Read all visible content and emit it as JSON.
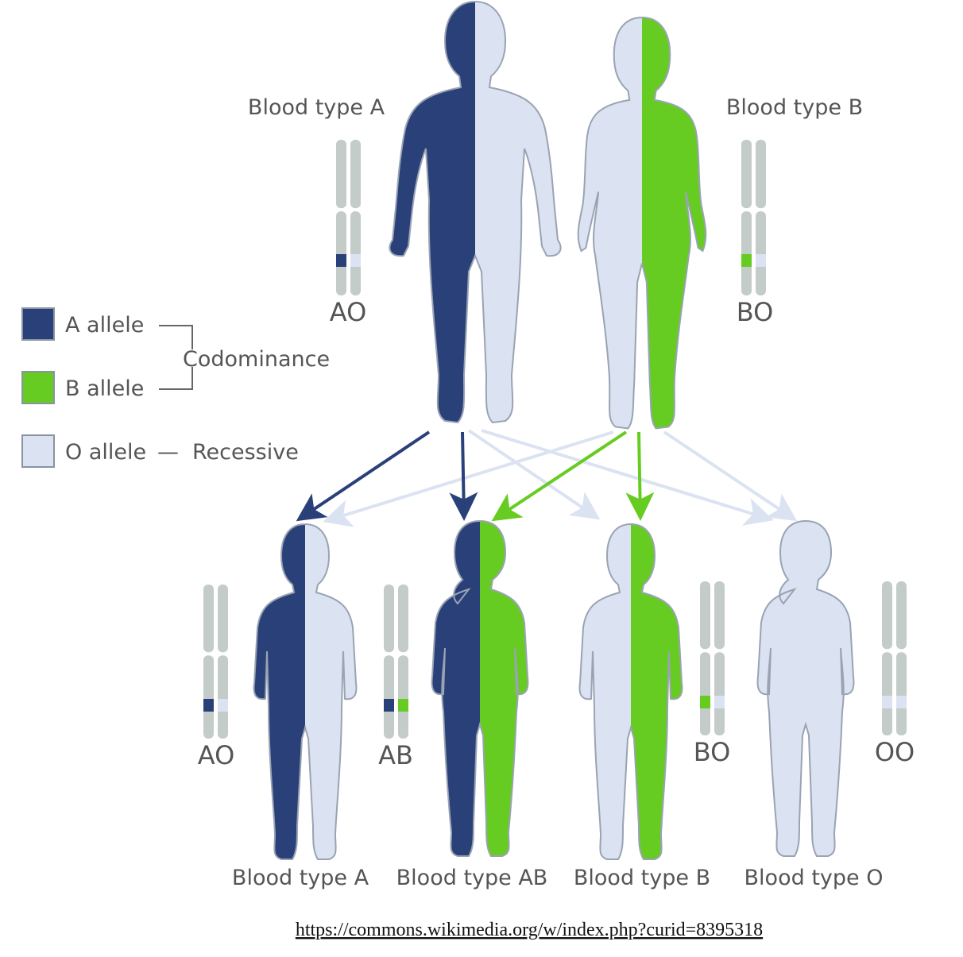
{
  "colors": {
    "a_allele": "#2a4079",
    "b_allele": "#66cc22",
    "o_allele": "#dbe3f2",
    "chromosome": "#c3ccc8",
    "outline": "#9aa3b3",
    "text": "#555555"
  },
  "parents": [
    {
      "id": "father",
      "label": "Blood type A",
      "genotype": "AO",
      "left": "a",
      "right": "o"
    },
    {
      "id": "mother",
      "label": "Blood type B",
      "genotype": "BO",
      "left": "o",
      "right": "b"
    }
  ],
  "legend": {
    "a_allele": "A allele",
    "b_allele": "B allele",
    "o_allele": "O allele",
    "codominance": "Codominance",
    "recessive": "Recessive",
    "dash": "—"
  },
  "children": [
    {
      "id": "child-a",
      "label": "Blood type A",
      "genotype": "AO",
      "left": "a",
      "right": "o"
    },
    {
      "id": "child-ab",
      "label": "Blood type AB",
      "genotype": "AB",
      "left": "a",
      "right": "b"
    },
    {
      "id": "child-b",
      "label": "Blood type B",
      "genotype": "BO",
      "left": "o",
      "right": "b"
    },
    {
      "id": "child-o",
      "label": "Blood type O",
      "genotype": "OO",
      "left": "o",
      "right": "o"
    }
  ],
  "source": "https://commons.wikimedia.org/w/index.php?curid=8395318"
}
